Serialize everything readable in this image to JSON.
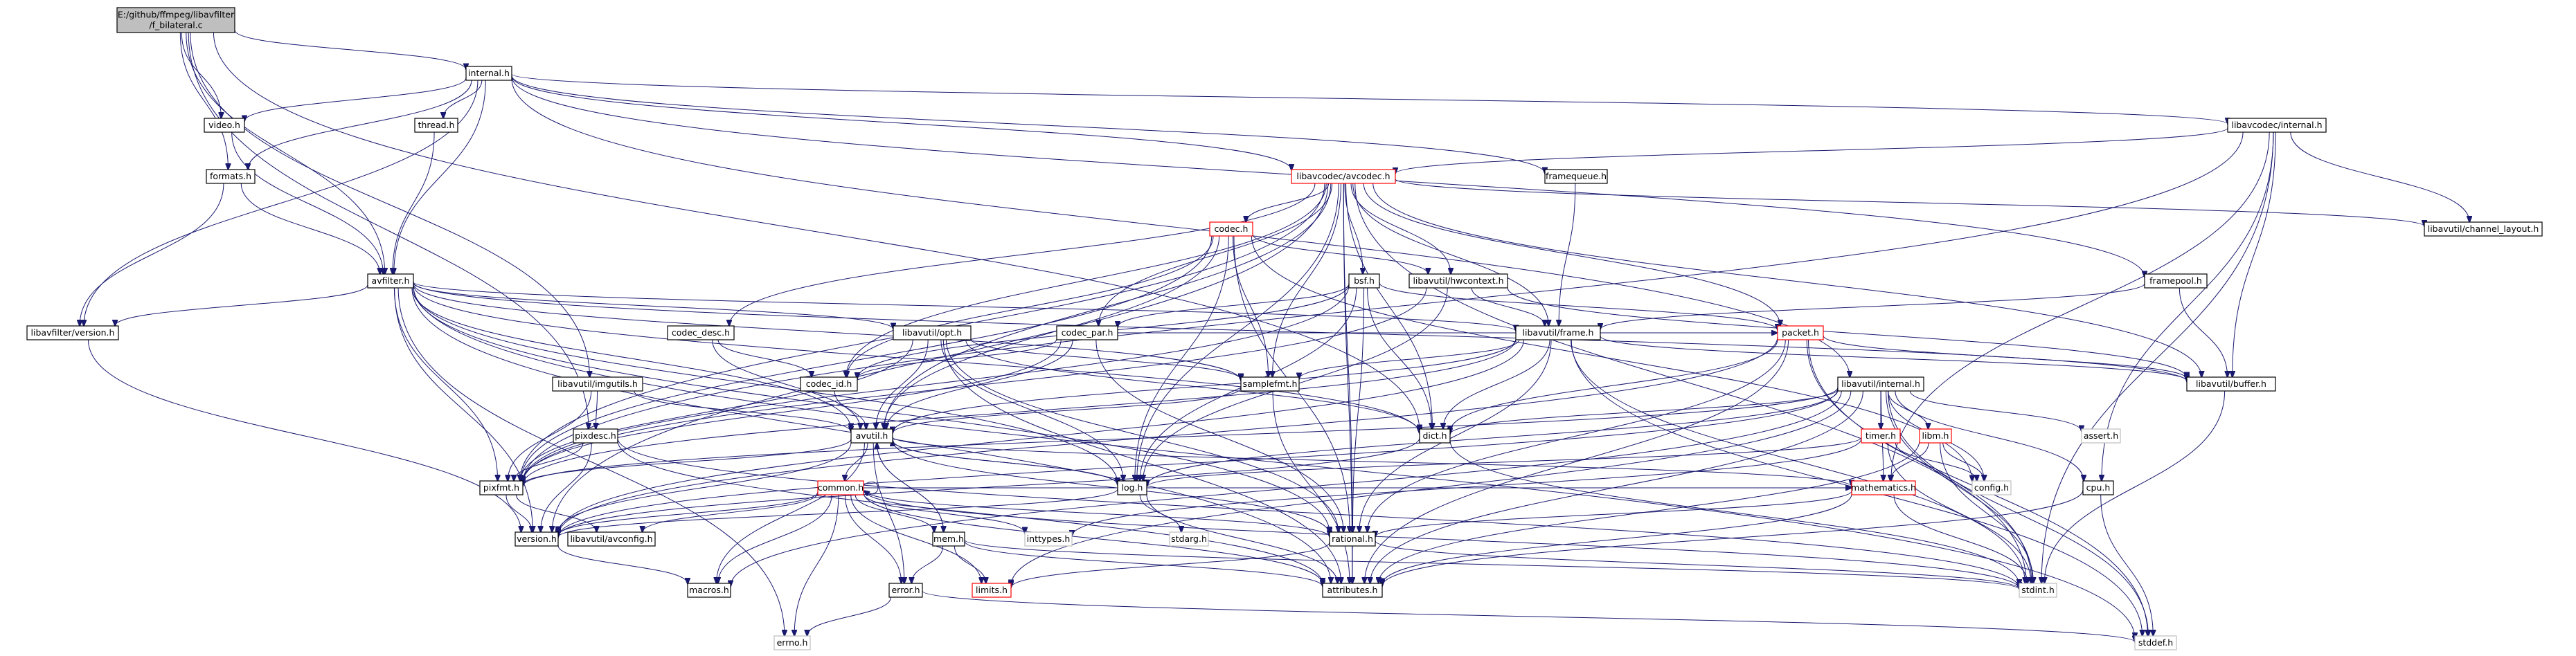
{
  "graph": {
    "colors": {
      "edge": "#191970",
      "root_fill": "#bfbfbf",
      "node_border": "#000000",
      "truncated_border": "#ff0000",
      "external_border": "#bfbfbf",
      "node_fill": "#ffffff"
    },
    "nodes": [
      {
        "id": "root",
        "label": "E:/github/ffmpeg/libavfilter\n/f_bilateral.c",
        "style": "root"
      },
      {
        "id": "internal",
        "label": "internal.h",
        "style": "normal"
      },
      {
        "id": "video",
        "label": "video.h",
        "style": "normal"
      },
      {
        "id": "thread",
        "label": "thread.h",
        "style": "normal"
      },
      {
        "id": "formats",
        "label": "formats.h",
        "style": "normal"
      },
      {
        "id": "avfilter",
        "label": "avfilter.h",
        "style": "normal"
      },
      {
        "id": "lavfi_version",
        "label": "libavfilter/version.h",
        "style": "normal"
      },
      {
        "id": "framequeue",
        "label": "framequeue.h",
        "style": "normal"
      },
      {
        "id": "lavc_internal",
        "label": "libavcodec/internal.h",
        "style": "normal"
      },
      {
        "id": "avcodec",
        "label": "libavcodec/avcodec.h",
        "style": "truncated"
      },
      {
        "id": "channel_layout",
        "label": "libavutil/channel_layout.h",
        "style": "normal"
      },
      {
        "id": "codec",
        "label": "codec.h",
        "style": "truncated"
      },
      {
        "id": "bsf",
        "label": "bsf.h",
        "style": "normal"
      },
      {
        "id": "hwcontext",
        "label": "libavutil/hwcontext.h",
        "style": "normal"
      },
      {
        "id": "framepool",
        "label": "framepool.h",
        "style": "normal"
      },
      {
        "id": "codec_desc",
        "label": "codec_desc.h",
        "style": "normal"
      },
      {
        "id": "opt",
        "label": "libavutil/opt.h",
        "style": "normal"
      },
      {
        "id": "codec_par",
        "label": "codec_par.h",
        "style": "normal"
      },
      {
        "id": "frame",
        "label": "libavutil/frame.h",
        "style": "normal"
      },
      {
        "id": "packet",
        "label": "packet.h",
        "style": "truncated"
      },
      {
        "id": "buffer",
        "label": "libavutil/buffer.h",
        "style": "normal"
      },
      {
        "id": "imgutils",
        "label": "libavutil/imgutils.h",
        "style": "normal"
      },
      {
        "id": "codec_id",
        "label": "codec_id.h",
        "style": "normal"
      },
      {
        "id": "samplefmt",
        "label": "samplefmt.h",
        "style": "normal"
      },
      {
        "id": "lavu_internal",
        "label": "libavutil/internal.h",
        "style": "normal"
      },
      {
        "id": "pixdesc",
        "label": "pixdesc.h",
        "style": "normal"
      },
      {
        "id": "avutil",
        "label": "avutil.h",
        "style": "normal"
      },
      {
        "id": "dict",
        "label": "dict.h",
        "style": "normal"
      },
      {
        "id": "timer",
        "label": "timer.h",
        "style": "truncated"
      },
      {
        "id": "libm",
        "label": "libm.h",
        "style": "truncated"
      },
      {
        "id": "assert",
        "label": "assert.h",
        "style": "external"
      },
      {
        "id": "pixfmt",
        "label": "pixfmt.h",
        "style": "normal"
      },
      {
        "id": "common",
        "label": "common.h",
        "style": "truncated"
      },
      {
        "id": "log",
        "label": "log.h",
        "style": "normal"
      },
      {
        "id": "config",
        "label": "config.h",
        "style": "external"
      },
      {
        "id": "mathematics",
        "label": "mathematics.h",
        "style": "truncated"
      },
      {
        "id": "cpu",
        "label": "cpu.h",
        "style": "normal"
      },
      {
        "id": "version",
        "label": "version.h",
        "style": "normal"
      },
      {
        "id": "avconfig",
        "label": "libavutil/avconfig.h",
        "style": "normal"
      },
      {
        "id": "inttypes",
        "label": "inttypes.h",
        "style": "external"
      },
      {
        "id": "mem",
        "label": "mem.h",
        "style": "normal"
      },
      {
        "id": "stdarg",
        "label": "stdarg.h",
        "style": "external"
      },
      {
        "id": "rational",
        "label": "rational.h",
        "style": "normal"
      },
      {
        "id": "macros",
        "label": "macros.h",
        "style": "normal"
      },
      {
        "id": "error",
        "label": "error.h",
        "style": "normal"
      },
      {
        "id": "limits",
        "label": "limits.h",
        "style": "truncated"
      },
      {
        "id": "attributes",
        "label": "attributes.h",
        "style": "normal"
      },
      {
        "id": "stdint",
        "label": "stdint.h",
        "style": "external"
      },
      {
        "id": "errno",
        "label": "errno.h",
        "style": "external"
      },
      {
        "id": "stddef",
        "label": "stddef.h",
        "style": "external"
      }
    ],
    "edges": [
      [
        "root",
        "internal"
      ],
      [
        "root",
        "video"
      ],
      [
        "root",
        "formats"
      ],
      [
        "root",
        "avfilter"
      ],
      [
        "root",
        "imgutils"
      ],
      [
        "root",
        "pixdesc"
      ],
      [
        "root",
        "dict"
      ],
      [
        "internal",
        "video"
      ],
      [
        "internal",
        "thread"
      ],
      [
        "internal",
        "formats"
      ],
      [
        "internal",
        "avfilter"
      ],
      [
        "internal",
        "lavfi_version"
      ],
      [
        "internal",
        "framequeue"
      ],
      [
        "internal",
        "lavc_internal"
      ],
      [
        "internal",
        "avcodec"
      ],
      [
        "internal",
        "framepool"
      ],
      [
        "internal",
        "lavu_internal"
      ],
      [
        "video",
        "avfilter"
      ],
      [
        "thread",
        "avfilter"
      ],
      [
        "formats",
        "avfilter"
      ],
      [
        "formats",
        "lavfi_version"
      ],
      [
        "avfilter",
        "lavfi_version"
      ],
      [
        "avfilter",
        "opt"
      ],
      [
        "avfilter",
        "frame"
      ],
      [
        "avfilter",
        "buffer"
      ],
      [
        "avfilter",
        "samplefmt"
      ],
      [
        "avfilter",
        "avutil"
      ],
      [
        "avfilter",
        "dict"
      ],
      [
        "avfilter",
        "log"
      ],
      [
        "avfilter",
        "pixfmt"
      ],
      [
        "avfilter",
        "rational"
      ],
      [
        "avfilter",
        "attributes"
      ],
      [
        "avfilter",
        "stddef"
      ],
      [
        "avfilter",
        "errno"
      ],
      [
        "avfilter",
        "version"
      ],
      [
        "lavfi_version",
        "version"
      ],
      [
        "framequeue",
        "frame"
      ],
      [
        "lavc_internal",
        "avcodec"
      ],
      [
        "lavc_internal",
        "channel_layout"
      ],
      [
        "lavc_internal",
        "buffer"
      ],
      [
        "lavc_internal",
        "mathematics"
      ],
      [
        "lavc_internal",
        "cpu"
      ],
      [
        "lavc_internal",
        "stdint"
      ],
      [
        "lavc_internal",
        "pixfmt"
      ],
      [
        "avcodec",
        "codec"
      ],
      [
        "avcodec",
        "bsf"
      ],
      [
        "avcodec",
        "hwcontext"
      ],
      [
        "avcodec",
        "codec_desc"
      ],
      [
        "avcodec",
        "codec_par"
      ],
      [
        "avcodec",
        "frame"
      ],
      [
        "avcodec",
        "packet"
      ],
      [
        "avcodec",
        "buffer"
      ],
      [
        "avcodec",
        "channel_layout"
      ],
      [
        "avcodec",
        "samplefmt"
      ],
      [
        "avcodec",
        "codec_id"
      ],
      [
        "avcodec",
        "dict"
      ],
      [
        "avcodec",
        "log"
      ],
      [
        "avcodec",
        "avutil"
      ],
      [
        "avcodec",
        "pixfmt"
      ],
      [
        "avcodec",
        "rational"
      ],
      [
        "avcodec",
        "attributes"
      ],
      [
        "avcodec",
        "version"
      ],
      [
        "avcodec",
        "stdint"
      ],
      [
        "codec",
        "hwcontext"
      ],
      [
        "codec",
        "codec_id"
      ],
      [
        "codec",
        "samplefmt"
      ],
      [
        "codec",
        "log"
      ],
      [
        "codec",
        "pixfmt"
      ],
      [
        "codec",
        "rational"
      ],
      [
        "codec",
        "avutil"
      ],
      [
        "codec",
        "config"
      ],
      [
        "bsf",
        "codec_id"
      ],
      [
        "bsf",
        "codec_par"
      ],
      [
        "bsf",
        "packet"
      ],
      [
        "bsf",
        "dict"
      ],
      [
        "bsf",
        "log"
      ],
      [
        "bsf",
        "rational"
      ],
      [
        "bsf",
        "pixfmt"
      ],
      [
        "hwcontext",
        "buffer"
      ],
      [
        "hwcontext",
        "frame"
      ],
      [
        "hwcontext",
        "log"
      ],
      [
        "hwcontext",
        "pixfmt"
      ],
      [
        "framepool",
        "buffer"
      ],
      [
        "framepool",
        "frame"
      ],
      [
        "codec_desc",
        "codec_id"
      ],
      [
        "codec_desc",
        "avutil"
      ],
      [
        "opt",
        "avutil"
      ],
      [
        "opt",
        "dict"
      ],
      [
        "opt",
        "log"
      ],
      [
        "opt",
        "pixfmt"
      ],
      [
        "opt",
        "rational"
      ],
      [
        "opt",
        "samplefmt"
      ],
      [
        "opt",
        "attributes"
      ],
      [
        "codec_par",
        "codec_id"
      ],
      [
        "codec_par",
        "avutil"
      ],
      [
        "codec_par",
        "pixfmt"
      ],
      [
        "codec_par",
        "rational"
      ],
      [
        "codec_par",
        "packet"
      ],
      [
        "frame",
        "avutil"
      ],
      [
        "frame",
        "buffer"
      ],
      [
        "frame",
        "dict"
      ],
      [
        "frame",
        "rational"
      ],
      [
        "frame",
        "samplefmt"
      ],
      [
        "frame",
        "pixfmt"
      ],
      [
        "frame",
        "version"
      ],
      [
        "frame",
        "stdint"
      ],
      [
        "frame",
        "stddef"
      ],
      [
        "packet",
        "buffer"
      ],
      [
        "packet",
        "dict"
      ],
      [
        "packet",
        "attributes"
      ],
      [
        "packet",
        "rational"
      ],
      [
        "packet",
        "version"
      ],
      [
        "packet",
        "stdint"
      ],
      [
        "packet",
        "stddef"
      ],
      [
        "buffer",
        "stdint"
      ],
      [
        "imgutils",
        "avutil"
      ],
      [
        "imgutils",
        "pixdesc"
      ],
      [
        "imgutils",
        "pixfmt"
      ],
      [
        "codec_id",
        "avutil"
      ],
      [
        "samplefmt",
        "avutil"
      ],
      [
        "samplefmt",
        "attributes"
      ],
      [
        "lavu_internal",
        "timer"
      ],
      [
        "lavu_internal",
        "libm"
      ],
      [
        "lavu_internal",
        "assert"
      ],
      [
        "lavu_internal",
        "cpu"
      ],
      [
        "lavu_internal",
        "config"
      ],
      [
        "lavu_internal",
        "dict"
      ],
      [
        "lavu_internal",
        "pixfmt"
      ],
      [
        "lavu_internal",
        "mathematics"
      ],
      [
        "lavu_internal",
        "attributes"
      ],
      [
        "lavu_internal",
        "macros"
      ],
      [
        "lavu_internal",
        "version"
      ],
      [
        "lavu_internal",
        "stdint"
      ],
      [
        "lavu_internal",
        "stddef"
      ],
      [
        "lavu_internal",
        "log"
      ],
      [
        "lavu_internal",
        "limits"
      ],
      [
        "pixdesc",
        "pixfmt"
      ],
      [
        "pixdesc",
        "version"
      ],
      [
        "pixdesc",
        "attributes"
      ],
      [
        "pixdesc",
        "stdint"
      ],
      [
        "avutil",
        "common"
      ],
      [
        "avutil",
        "error"
      ],
      [
        "avutil",
        "version"
      ],
      [
        "avutil",
        "macros"
      ],
      [
        "avutil",
        "mathematics"
      ],
      [
        "avutil",
        "rational"
      ],
      [
        "avutil",
        "log"
      ],
      [
        "avutil",
        "pixfmt"
      ],
      [
        "avutil",
        "mem"
      ],
      [
        "dict",
        "stdint"
      ],
      [
        "dict",
        "version"
      ],
      [
        "timer",
        "config"
      ],
      [
        "timer",
        "log"
      ],
      [
        "timer",
        "stdint"
      ],
      [
        "timer",
        "inttypes"
      ],
      [
        "libm",
        "config"
      ],
      [
        "libm",
        "attributes"
      ],
      [
        "libm",
        "mathematics"
      ],
      [
        "libm",
        "stdint"
      ],
      [
        "pixfmt",
        "version"
      ],
      [
        "pixfmt",
        "avconfig"
      ],
      [
        "common",
        "common"
      ],
      [
        "common",
        "avconfig"
      ],
      [
        "common",
        "version"
      ],
      [
        "common",
        "macros"
      ],
      [
        "common",
        "mem"
      ],
      [
        "common",
        "attributes"
      ],
      [
        "common",
        "error"
      ],
      [
        "common",
        "errno"
      ],
      [
        "common",
        "inttypes"
      ],
      [
        "common",
        "limits"
      ],
      [
        "common",
        "stdint"
      ],
      [
        "common",
        "mathematics"
      ],
      [
        "common",
        "rational"
      ],
      [
        "log",
        "avutil"
      ],
      [
        "log",
        "attributes"
      ],
      [
        "log",
        "version"
      ],
      [
        "log",
        "stdarg"
      ],
      [
        "mathematics",
        "stdint"
      ],
      [
        "mathematics",
        "attributes"
      ],
      [
        "mathematics",
        "rational"
      ],
      [
        "mathematics",
        "intfloat"
      ],
      [
        "cpu",
        "attributes"
      ],
      [
        "cpu",
        "stddef"
      ],
      [
        "version",
        "macros"
      ],
      [
        "mem",
        "attributes"
      ],
      [
        "mem",
        "error"
      ],
      [
        "mem",
        "avutil"
      ],
      [
        "mem",
        "limits"
      ],
      [
        "mem",
        "stdint"
      ],
      [
        "rational",
        "attributes"
      ],
      [
        "rational",
        "stdint"
      ],
      [
        "rational",
        "limits"
      ],
      [
        "error",
        "errno"
      ],
      [
        "error",
        "stddef"
      ]
    ]
  }
}
